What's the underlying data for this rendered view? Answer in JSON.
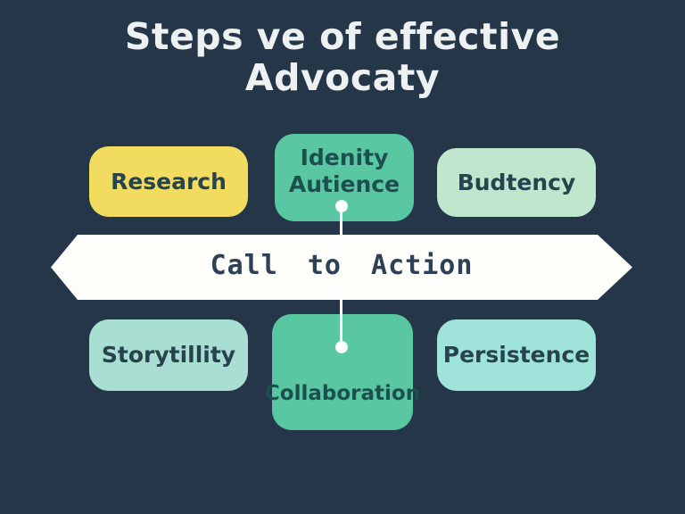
{
  "page": {
    "background": "#253649",
    "title_color": "#edf1f2",
    "label_color_light": "#27434e",
    "label_color_green": "#1c4f4d",
    "banner_text_color": "#2e4154"
  },
  "title": {
    "line1": "Steps ve of effective",
    "line2": "Advocaty"
  },
  "banner": {
    "label": "Call to Action",
    "color": "#fdfdfa"
  },
  "boxes": {
    "research": {
      "label": "Research",
      "color": "#f2dc60"
    },
    "identity_audience": {
      "label": "Idenity\nAutience",
      "color": "#58c7a2"
    },
    "budtency": {
      "label": "Budtency",
      "color": "#bee7cd"
    },
    "storytelling": {
      "label": "Storytillity",
      "color": "#a9dfd3"
    },
    "collaboration": {
      "label": "Collaboration",
      "color": "#58c7a2"
    },
    "persistence": {
      "label": "Persistence",
      "color": "#9fe3da"
    }
  },
  "connector": {
    "color": "#ffffff"
  }
}
